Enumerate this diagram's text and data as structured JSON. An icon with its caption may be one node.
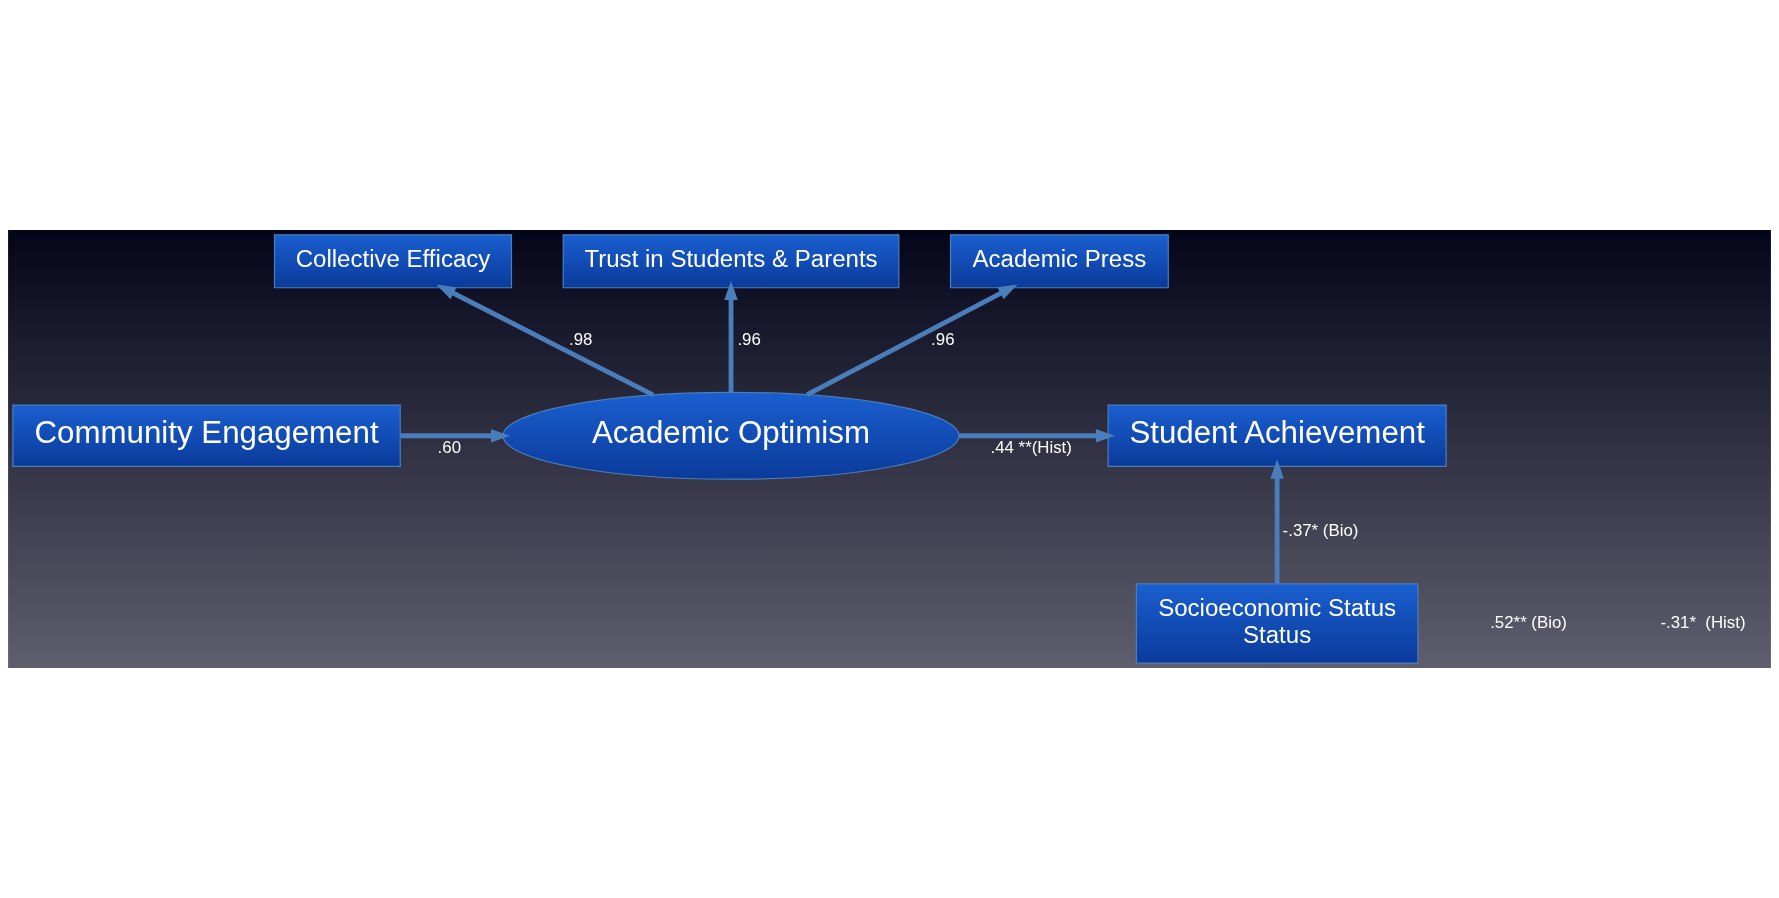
{
  "diagram": {
    "nodes": [
      {
        "text": [
          "Collective Efficacy"
        ]
      },
      {
        "text": [
          "Trust in Students & Parents"
        ]
      },
      {
        "text": [
          "Academic Press"
        ]
      },
      {
        "text": [
          "Community Engagement"
        ]
      },
      {
        "text": [
          "Academic Optimism"
        ]
      },
      {
        "text": [
          "Student Achievement"
        ]
      },
      {
        "text": [
          "Socioeconomic Status",
          "Status"
        ]
      }
    ],
    "edges": [
      {
        "from": 4,
        "to": 0,
        "arrow": "to",
        "label": ".98"
      },
      {
        "from": 4,
        "to": 1,
        "arrow": "to",
        "label": ".96"
      },
      {
        "from": 4,
        "to": 2,
        "arrow": "to",
        "label": ".96"
      },
      {
        "from": 3,
        "to": 4,
        "arrow": "to",
        "label": ".60"
      },
      {
        "from": 4,
        "to": 5,
        "arrow": "to",
        "label": ".44 **(Hist)"
      },
      {
        "from": 6,
        "to": 5,
        "arrow": "to",
        "label": "-.37* (Bio)"
      }
    ],
    "labels": [
      ".52** (Bio)",
      "-.31*  (Hist)"
    ]
  }
}
